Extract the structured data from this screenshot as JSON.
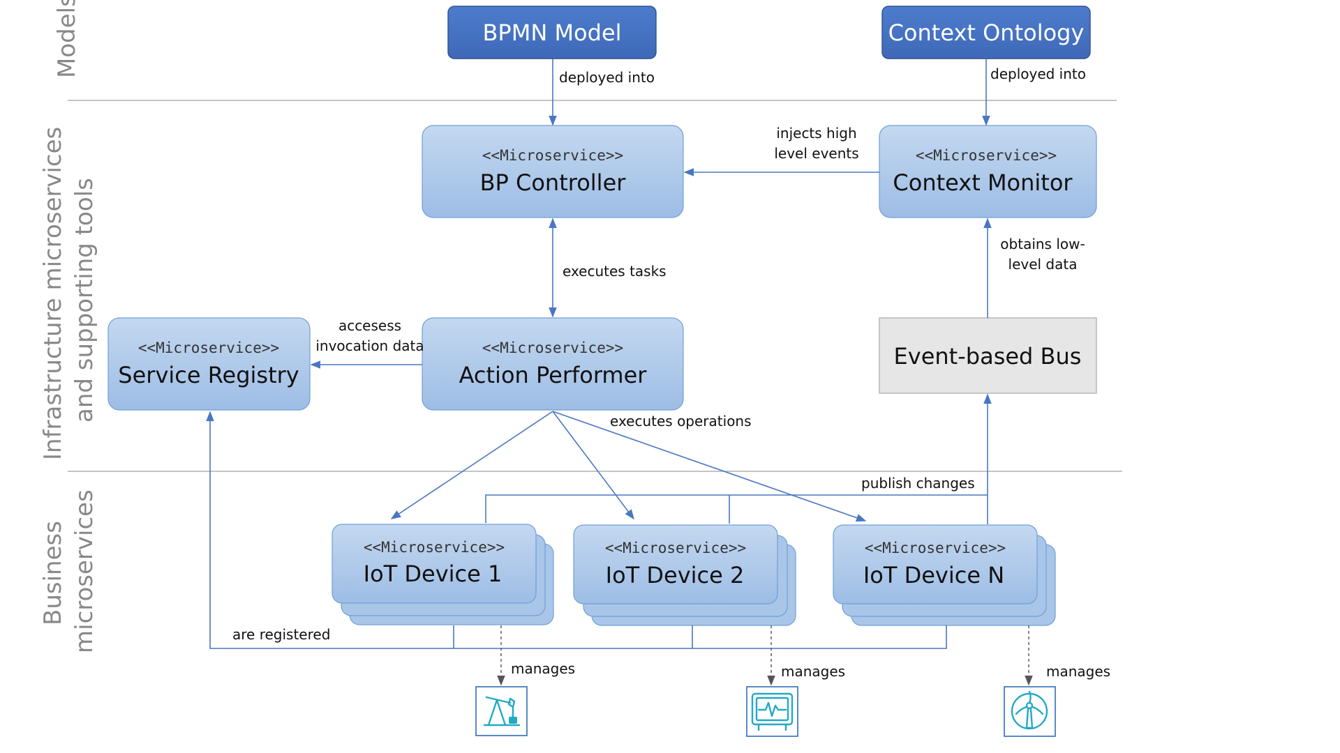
{
  "lanes": {
    "models": "Models",
    "infra_line1": "Infrastructure microservices",
    "infra_line2": "and supporting tools",
    "business_line1": "Business",
    "business_line2": "microservices"
  },
  "models": {
    "bpmn": "BPMN Model",
    "ontology": "Context Ontology"
  },
  "stereotype": "<<Microservice>>",
  "services": {
    "bp_controller": "BP Controller",
    "context_monitor": "Context Monitor",
    "service_registry": "Service Registry",
    "action_performer": "Action Performer",
    "event_bus": "Event-based Bus",
    "iot1": "IoT Device 1",
    "iot2": "IoT Device 2",
    "iotN": "IoT Device N"
  },
  "edges": {
    "deployed_into_1": "deployed into",
    "deployed_into_2": "deployed into",
    "injects_line1": "injects high",
    "injects_line2": "level events",
    "executes_tasks": "executes tasks",
    "obtains_line1": "obtains low-",
    "obtains_line2": "level data",
    "accesses_line1": "accesess",
    "accesses_line2": "invocation data",
    "executes_operations": "executes operations",
    "publish_changes": "publish changes",
    "are_registered": "are registered",
    "manages_1": "manages",
    "manages_2": "manages",
    "manages_3": "manages"
  },
  "icons": [
    "oil-pump-icon",
    "monitor-pulse-icon",
    "wind-turbine-icon"
  ],
  "colors": {
    "model_fill": "#4472c4",
    "microservice_fill": "#a9c6e8",
    "bus_fill": "#e6e6e6",
    "connector": "#4a76c2",
    "icon_accent": "#23a9c4"
  }
}
